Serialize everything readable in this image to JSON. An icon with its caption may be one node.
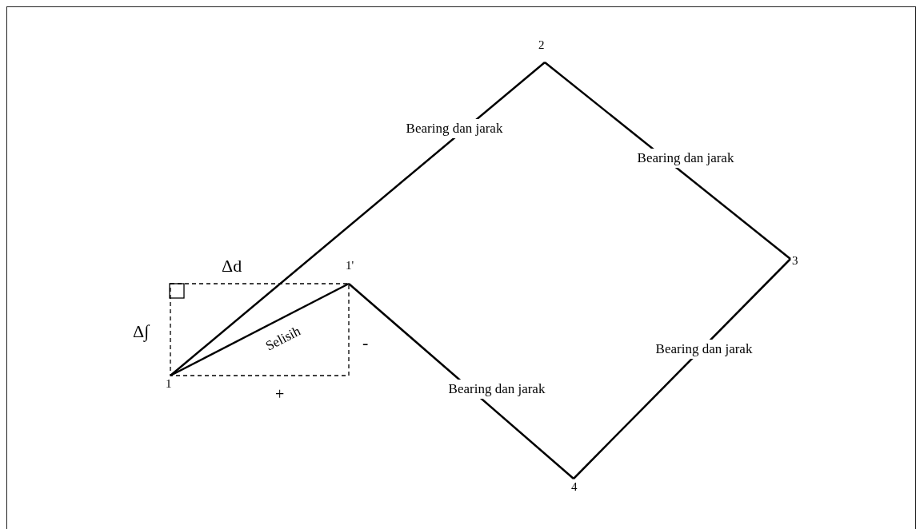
{
  "diagram": {
    "nodes": [
      {
        "text": [
          "1"
        ]
      },
      {
        "text": [
          "2"
        ]
      },
      {
        "text": [
          "3"
        ]
      },
      {
        "text": [
          "4"
        ]
      },
      {
        "text": [
          "1'"
        ]
      }
    ],
    "edges": [
      {
        "from": 0,
        "to": 1,
        "arrow": "none",
        "label": "Bearing dan jarak"
      },
      {
        "from": 1,
        "to": 2,
        "arrow": "none",
        "label": "Bearing dan jarak"
      },
      {
        "from": 2,
        "to": 3,
        "arrow": "none",
        "label": "Bearing dan jarak"
      },
      {
        "from": 3,
        "to": 4,
        "arrow": "none",
        "label": "Bearing dan jarak"
      },
      {
        "from": 0,
        "to": 4,
        "arrow": "none",
        "label": "Selisih"
      }
    ],
    "labels": [
      "Δd",
      "Δ∫",
      "-",
      "+"
    ]
  }
}
